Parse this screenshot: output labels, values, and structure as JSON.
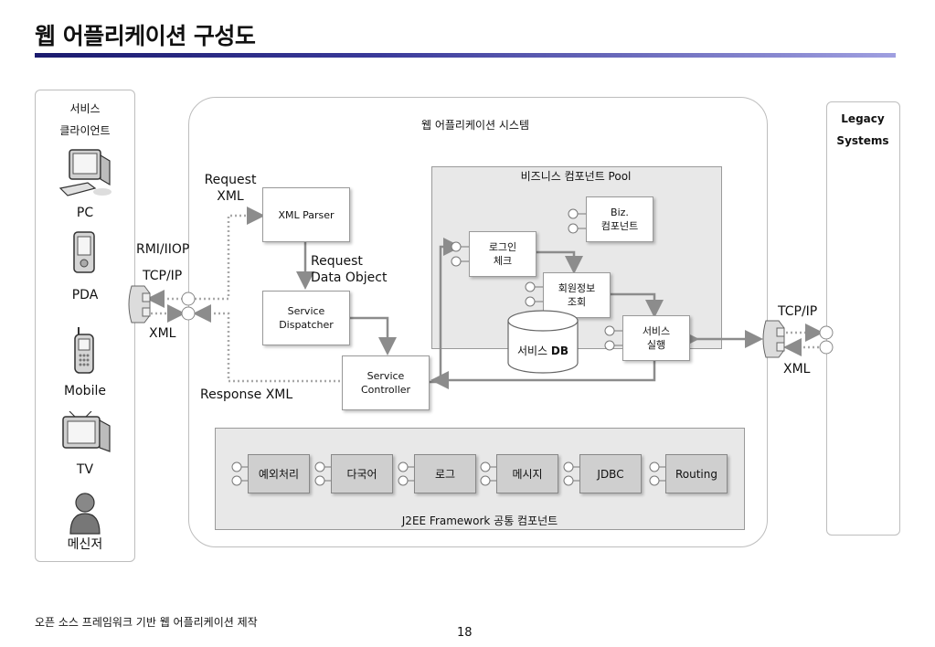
{
  "title": "웹 어플리케이션 구성도",
  "client": {
    "title_line1": "서비스",
    "title_line2": "클라이언트",
    "devices": [
      {
        "label": "PC",
        "icon": "pc-icon"
      },
      {
        "label": "PDA",
        "icon": "pda-icon"
      },
      {
        "label": "Mobile",
        "icon": "mobile-icon"
      },
      {
        "label": "TV",
        "icon": "tv-icon"
      },
      {
        "label": "메신저",
        "icon": "messenger-user-icon"
      }
    ]
  },
  "protocols": {
    "rmi": "RMI/IIOP",
    "tcp_left": "TCP/IP",
    "xml_left": "XML",
    "tcp_right": "TCP/IP",
    "xml_right": "XML"
  },
  "webapp": {
    "title": "웹 어플리케이션 시스템",
    "request_xml": "Request\nXML",
    "response_xml": "Response XML",
    "request_object": "Request\nData Object",
    "xml_parser": "XML Parser",
    "service_dispatcher": "Service\nDispatcher",
    "service_controller": "Service\nController"
  },
  "pool": {
    "title": "비즈니스 컴포넌트 Pool",
    "biz": "Biz.\n컴포넌트",
    "login": "로그인\n체크",
    "member": "회원정보\n조회",
    "db_prefix": "서비스 ",
    "db_bold": "DB",
    "service_exec": "서비스\n실행"
  },
  "framework": {
    "title": "J2EE Framework 공통 컴포넌트",
    "components": [
      "예외처리",
      "다국어",
      "로그",
      "메시지",
      "JDBC",
      "Routing"
    ]
  },
  "legacy": {
    "line1": "Legacy",
    "line2": "Systems"
  },
  "footer": "오픈 소스 프레임워크 기반 웹 어플리케이션 제작",
  "page_number": "18"
}
